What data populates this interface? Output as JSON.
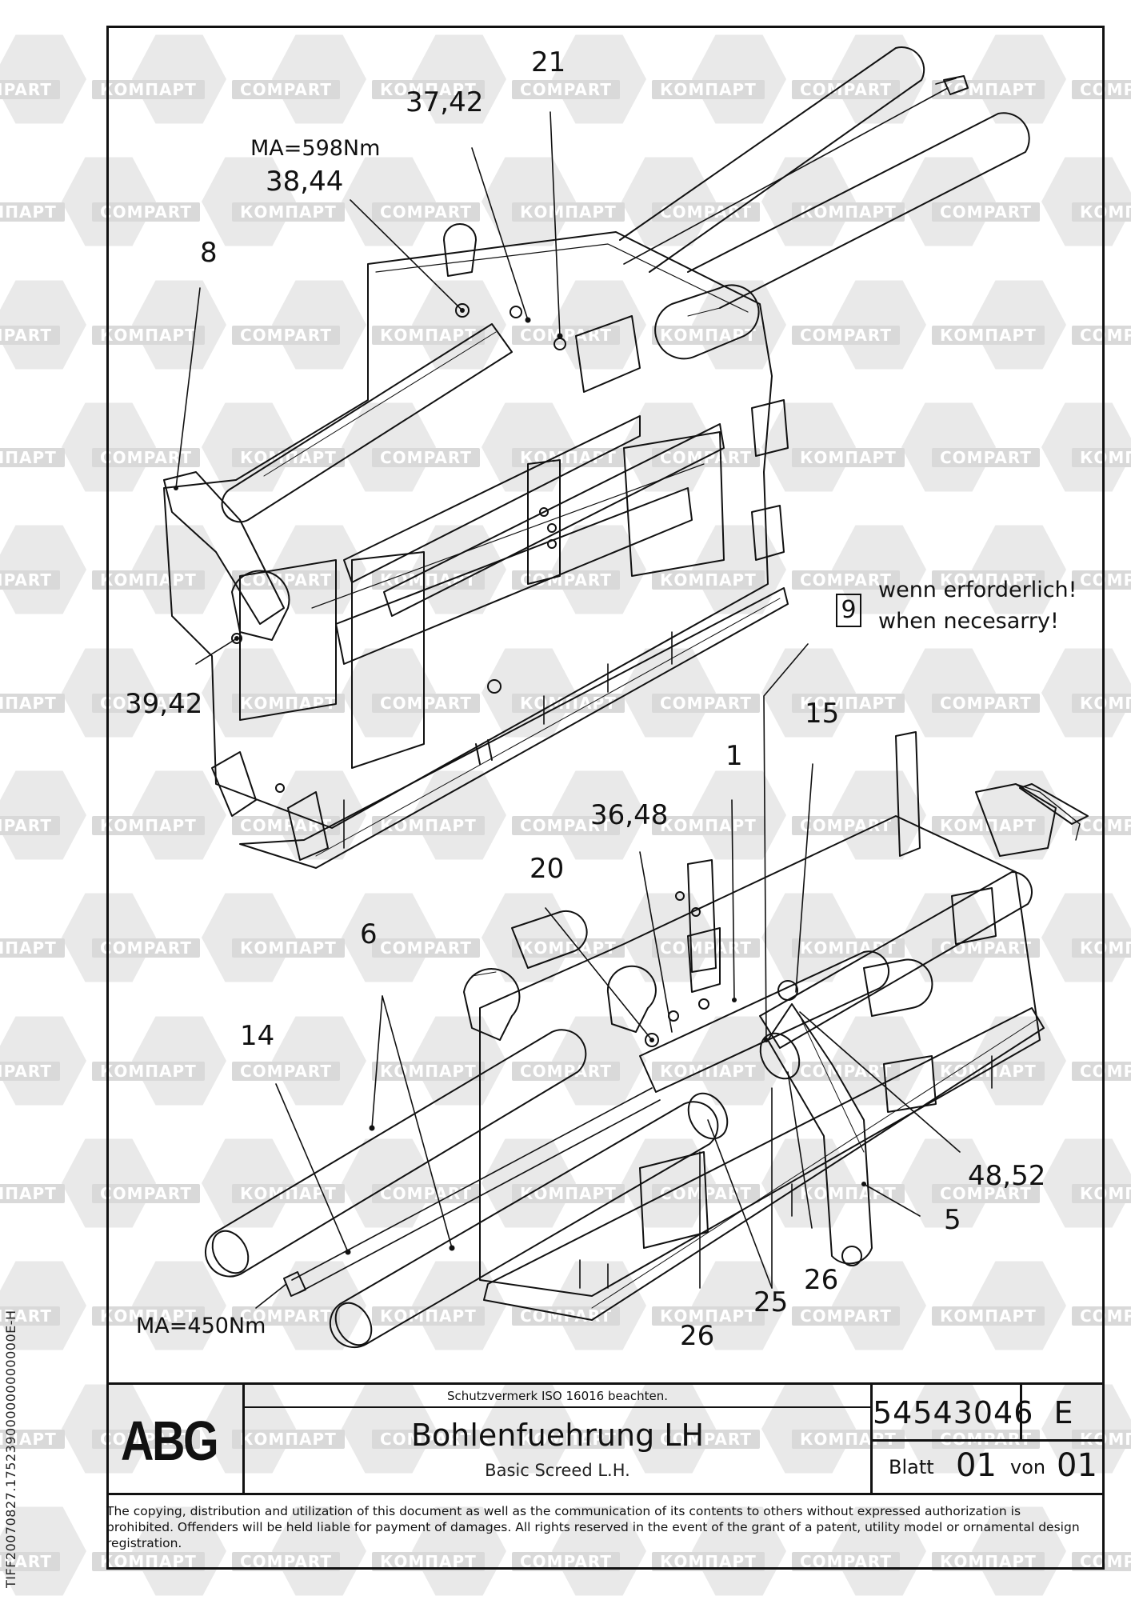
{
  "watermark": {
    "text_latin": "COMPART",
    "text_cyrillic": "КОМПАРТ"
  },
  "side_code": "TIFF20070827.175239000000000000E-H",
  "callouts": {
    "c21": "21",
    "c37_42": "37,42",
    "torque_top": "MA=598Nm",
    "c38_44": "38,44",
    "c8": "8",
    "c39_42": "39,42",
    "c9": "9",
    "note_de": "wenn erforderlich!",
    "note_en": "when necesarry!",
    "c15": "15",
    "c1": "1",
    "c36_48": "36,48",
    "c20": "20",
    "c6": "6",
    "c14": "14",
    "c48_52": "48,52",
    "c5": "5",
    "c26_right": "26",
    "c25": "25",
    "c26_bottom": "26",
    "torque_bottom": "MA=450Nm"
  },
  "title_block": {
    "logo": "ABG",
    "protection_note": "Schutzvermerk ISO 16016 beachten.",
    "title_de": "Bohlenfuehrung LH",
    "title_en": "Basic Screed L.H.",
    "part_number": "54543046",
    "revision": "E",
    "sheet_label": "Blatt",
    "sheet_number": "01",
    "of_label": "von",
    "sheet_total": "01"
  },
  "copyright_notice": "The copying, distribution and utilization of this document as well as the communication of its contents to others without expressed authorization is prohibited. Offenders will be held liable for payment of damages. All rights reserved in the event of the grant of a patent, utility model or ornamental design registration."
}
